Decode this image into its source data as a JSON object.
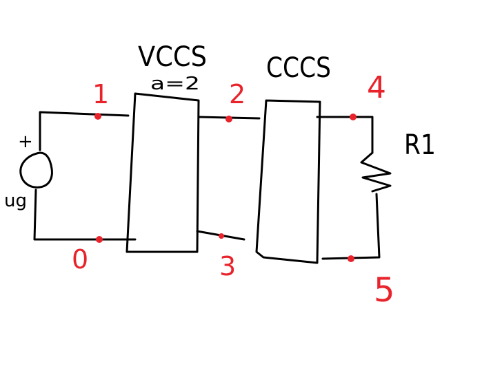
{
  "blocks": {
    "vccs_label": "VCCS",
    "vccs_param": "a=2",
    "cccs_label": "CCCS"
  },
  "source": {
    "plus_sign": "+",
    "label": "ug"
  },
  "resistor": {
    "label": "R1"
  },
  "nodes": {
    "n1": "1",
    "n0": "0",
    "n2": "2",
    "n3": "3",
    "n4": "4",
    "n5": "5"
  },
  "colors": {
    "ink": "#000000",
    "node_red": "#e8232b",
    "background": "#ffffff"
  }
}
